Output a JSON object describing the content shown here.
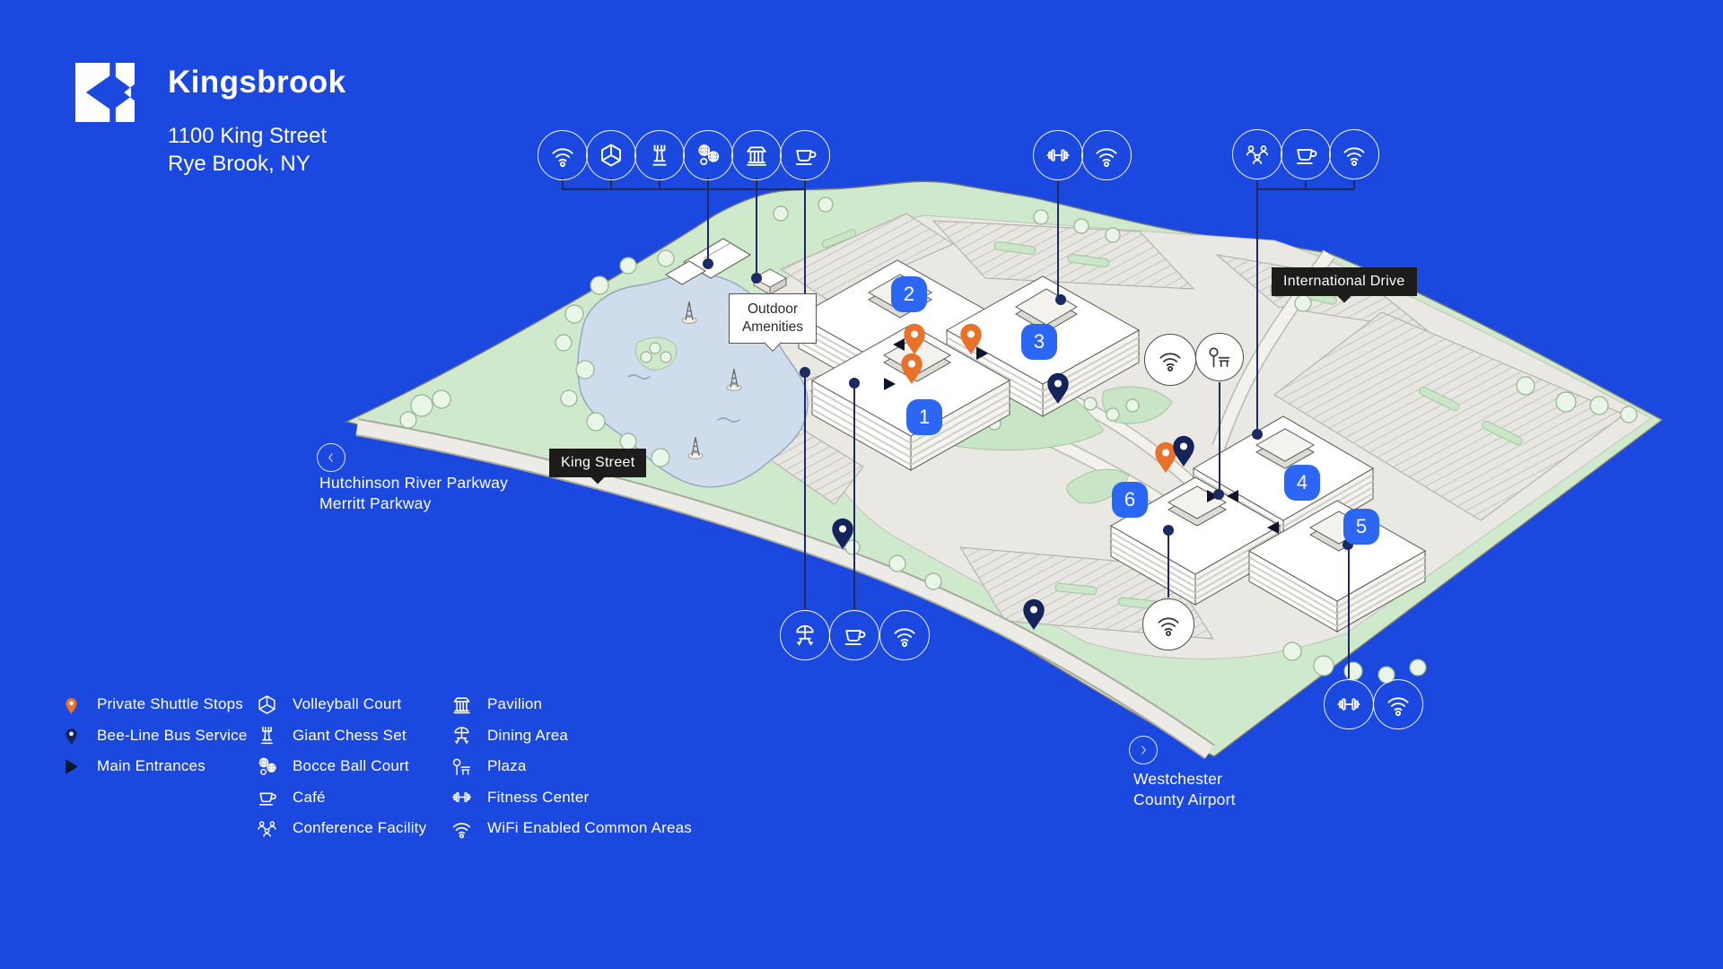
{
  "brand": {
    "name": "Kingsbrook",
    "address_line1": "1100 King Street",
    "address_line2": "Rye Brook, NY"
  },
  "map": {
    "labels": {
      "outdoor_amenities": "Outdoor Amenities",
      "king_street": "King Street",
      "international_drive": "International Drive",
      "hutchinson_line1": "Hutchinson River Parkway",
      "hutchinson_line2": "Merritt Parkway",
      "airport_line1": "Westchester",
      "airport_line2": "County Airport"
    },
    "buildings": [
      {
        "number": "1"
      },
      {
        "number": "2"
      },
      {
        "number": "3"
      },
      {
        "number": "4"
      },
      {
        "number": "5"
      },
      {
        "number": "6"
      }
    ],
    "icon_clusters": {
      "top_left": [
        "wifi",
        "volleyball-court",
        "giant-chess",
        "bocce-ball",
        "pavilion",
        "cafe"
      ],
      "top_center": [
        "fitness",
        "wifi"
      ],
      "top_right": [
        "conference",
        "cafe",
        "wifi"
      ],
      "bottom_center": [
        "dining",
        "cafe",
        "wifi"
      ],
      "bottom_right": [
        "fitness",
        "wifi"
      ],
      "on_map": [
        "wifi",
        "plaza",
        "wifi"
      ]
    }
  },
  "legend": {
    "columns": [
      {
        "items": [
          {
            "icon": "shuttle-pin",
            "label": "Private Shuttle Stops"
          },
          {
            "icon": "bus-pin",
            "label": "Bee-Line Bus Service"
          },
          {
            "icon": "entrance-arrow",
            "label": "Main Entrances"
          }
        ]
      },
      {
        "items": [
          {
            "icon": "volleyball",
            "label": "Volleyball Court"
          },
          {
            "icon": "chess",
            "label": "Giant Chess Set"
          },
          {
            "icon": "bocce",
            "label": "Bocce Ball Court"
          },
          {
            "icon": "cafe",
            "label": "Café"
          },
          {
            "icon": "conference",
            "label": "Conference Facility"
          }
        ]
      },
      {
        "items": [
          {
            "icon": "pavilion",
            "label": "Pavilion"
          },
          {
            "icon": "dining",
            "label": "Dining Area"
          },
          {
            "icon": "plaza",
            "label": "Plaza"
          },
          {
            "icon": "fitness",
            "label": "Fitness Center"
          },
          {
            "icon": "wifi",
            "label": "WiFi Enabled Common Areas"
          }
        ]
      }
    ]
  },
  "colors": {
    "background_blue": "#1b49df",
    "badge_blue": "#2c66f4",
    "shuttle_orange": "#e8722c",
    "bus_navy": "#16235b",
    "connector_navy": "#1e2a63",
    "land_green": "#cfe9cc",
    "lake_blue": "#cfdcec"
  }
}
